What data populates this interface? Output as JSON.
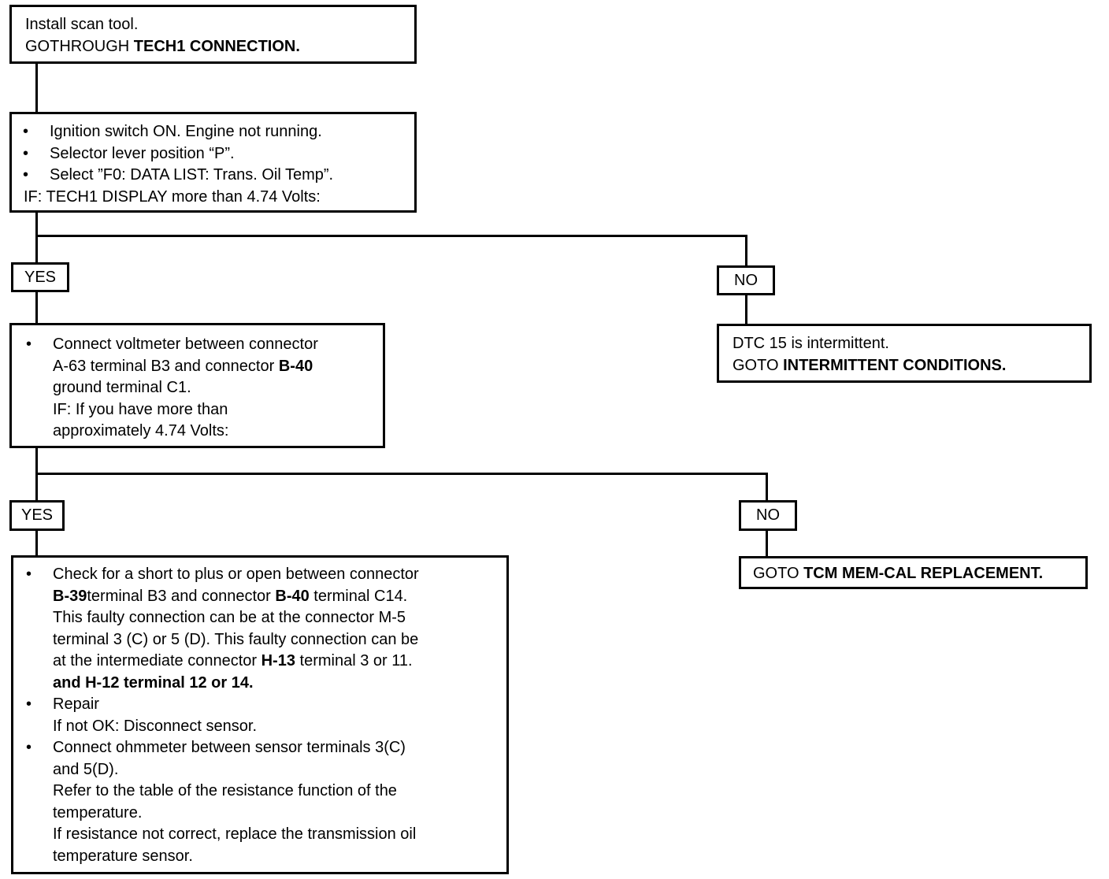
{
  "step1": {
    "line1": "Install scan tool.",
    "line2_prefix": "GOTHROUGH ",
    "line2_bold": "TECH1 CONNECTION."
  },
  "step2": {
    "bullet_char": "•",
    "bullets": [
      "Ignition switch ON.  Engine not running.",
      "Selector lever position “P”.",
      "Select ”F0: DATA LIST: Trans. Oil Temp”."
    ],
    "condition": "IF: TECH1 DISPLAY more than 4.74 Volts:"
  },
  "branch1": {
    "yes": "YES",
    "no": "NO"
  },
  "no1": {
    "line1": "DTC 15 is intermittent.",
    "line2_prefix": "GOTO ",
    "line2_bold": "INTERMITTENT CONDITIONS."
  },
  "step3": {
    "b1_l1": "Connect voltmeter between connector",
    "b1_l2_a": "A-63 terminal B3 and connector",
    "b1_l2_bold": "B-40",
    "b1_l3": "ground terminal C1.",
    "b1_l4": "IF: If you have more than",
    "b1_l5": "approximately 4.74 Volts:"
  },
  "branch2": {
    "yes": "YES",
    "no": "NO"
  },
  "no2": {
    "prefix": "GOTO ",
    "bold": "TCM MEM-CAL REPLACEMENT."
  },
  "step4": {
    "l1": "Check for a short to plus or open between connector",
    "l2_bold1": "B-39",
    "l2_a": "terminal B3 and connector ",
    "l2_bold2": "B-40",
    "l2_b": " terminal C14.",
    "l3": "This faulty connection can be at the connector M-5",
    "l4": "terminal 3 (C) or 5 (D).  This faulty connection can be",
    "l5_a": "at the intermediate connector",
    "l5_bold": "H-13",
    "l5_b": " terminal 3 or 11.",
    "l6_bold": " and H-12 terminal 12 or 14.",
    "l7": "Repair",
    "l8": "If not OK:  Disconnect sensor.",
    "l9": "Connect ohmmeter between sensor terminals 3(C)",
    "l10": "and 5(D).",
    "l11": "Refer to the table of the resistance function of the",
    "l12": "temperature.",
    "l13": "If resistance not correct, replace the transmission oil",
    "l14": "temperature sensor."
  }
}
